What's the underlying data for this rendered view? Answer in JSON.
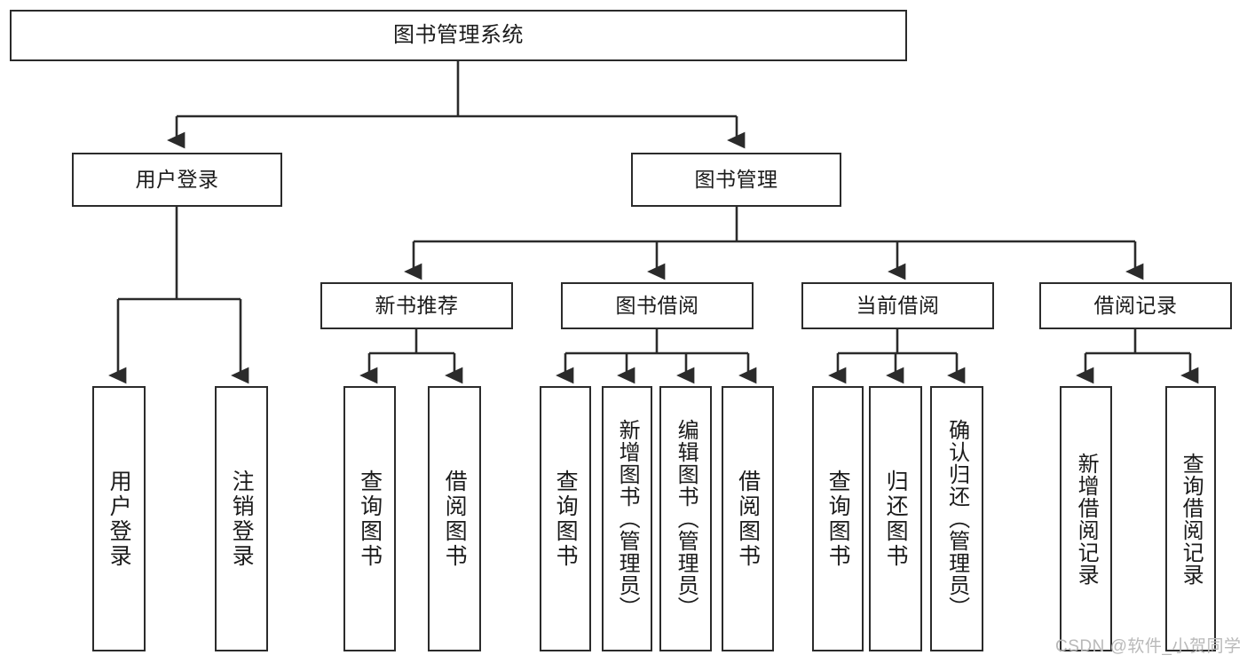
{
  "diagram": {
    "title": "图书管理系统",
    "watermark": "CSDN @软件_小贺同学",
    "colors": {
      "stroke": "#2b2b2b",
      "fill": "#ffffff",
      "text": "#1b1b1b",
      "watermark": "#b9b9b9"
    },
    "levels": {
      "root": {
        "label": "图书管理系统"
      },
      "level2": [
        {
          "label": "用户登录"
        },
        {
          "label": "图书管理"
        }
      ],
      "level3": [
        {
          "label": "新书推荐"
        },
        {
          "label": "图书借阅"
        },
        {
          "label": "当前借阅"
        },
        {
          "label": "借阅记录"
        }
      ],
      "leaves": {
        "user_login": [
          {
            "label": "用户登录"
          },
          {
            "label": "注销登录"
          }
        ],
        "new_book_recommend": [
          {
            "label": "查询图书"
          },
          {
            "label": "借阅图书"
          }
        ],
        "book_borrow": [
          {
            "label": "查询图书"
          },
          {
            "label": "新增图书（管理员）"
          },
          {
            "label": "编辑图书（管理员）"
          },
          {
            "label": "借阅图书"
          }
        ],
        "current_borrow": [
          {
            "label": "查询图书"
          },
          {
            "label": "归还图书"
          },
          {
            "label": "确认归还（管理员）"
          }
        ],
        "borrow_record": [
          {
            "label": "新增借阅记录"
          },
          {
            "label": "查询借阅记录"
          }
        ]
      }
    }
  }
}
